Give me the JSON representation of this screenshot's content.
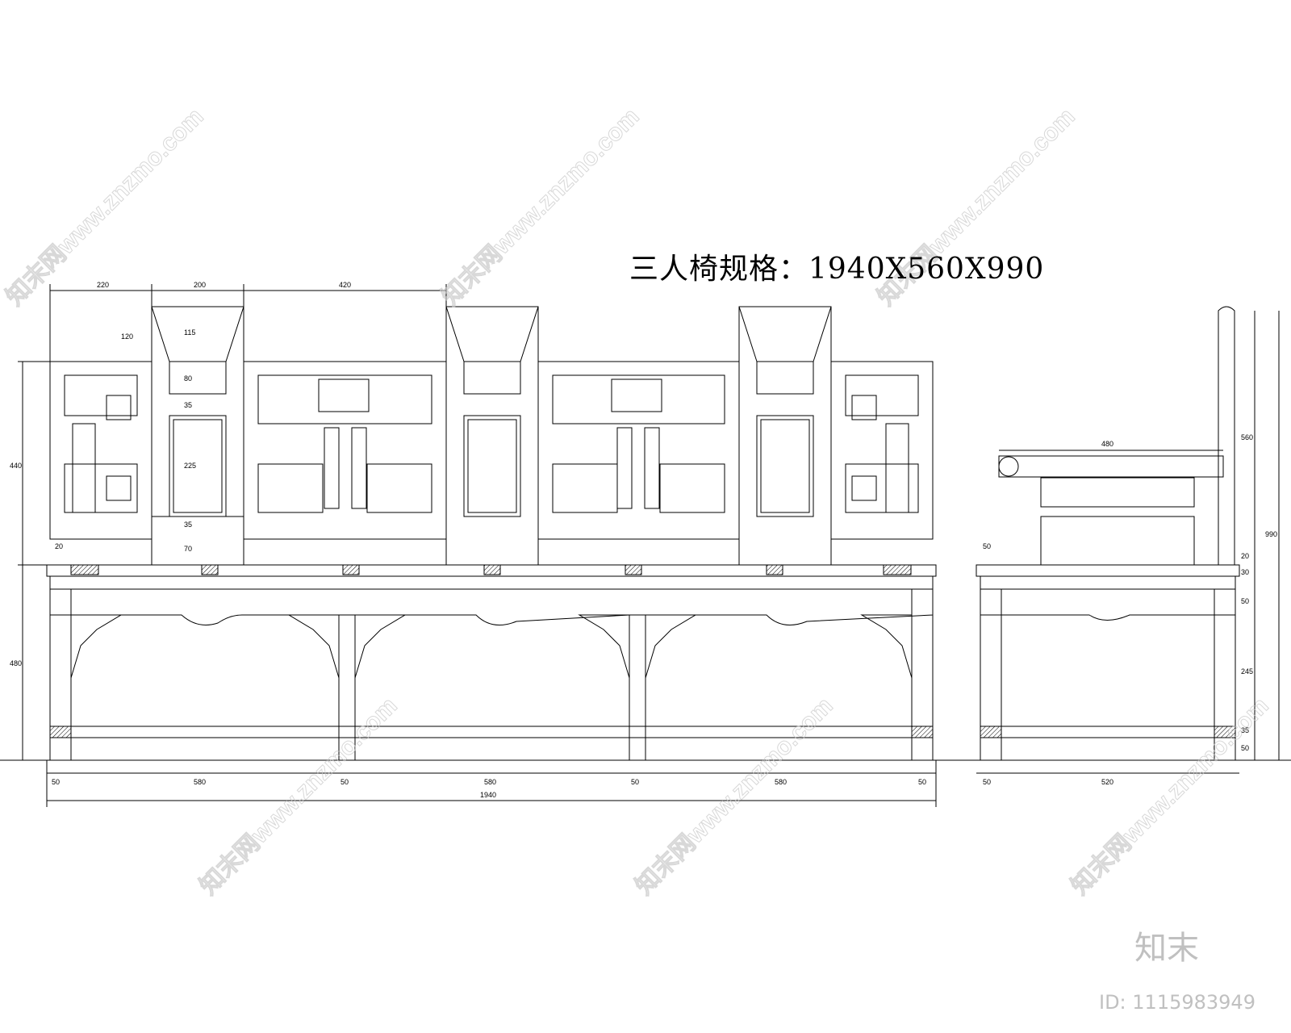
{
  "title": "三人椅规格：1940X560X990",
  "watermark": {
    "text": "知末网www.znzmo.com",
    "brand": "知末",
    "id_label": "ID: 1115983949"
  },
  "front_view": {
    "top_dims": [
      "220",
      "200",
      "420"
    ],
    "back_vertical_dims": [
      "120",
      "115",
      "80",
      "35",
      "225",
      "35",
      "70"
    ],
    "left_dims": [
      "440",
      "480",
      "20"
    ],
    "bottom_dims": [
      "50",
      "580",
      "50",
      "580",
      "50",
      "580",
      "50"
    ],
    "overall_width": "1940"
  },
  "side_view": {
    "seat_depth": "480",
    "bottom_dims": [
      "50",
      "520"
    ],
    "right_dims": [
      "560",
      "990",
      "20",
      "30",
      "50",
      "245",
      "35",
      "50"
    ],
    "left_small_dim": "50"
  },
  "colors": {
    "line": "#000000",
    "watermark": "#c8c8c8"
  }
}
